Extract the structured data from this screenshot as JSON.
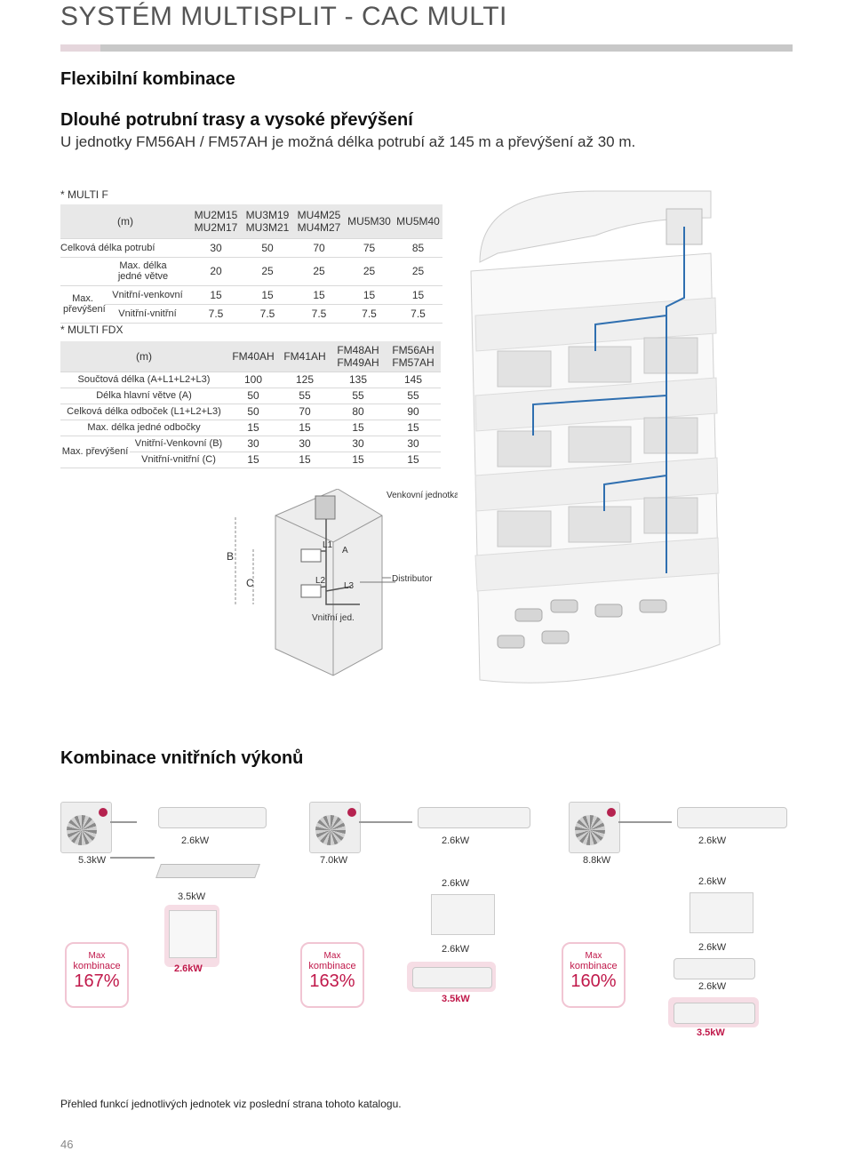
{
  "header": {
    "title": "SYSTÉM MULTISPLIT - CAC MULTI"
  },
  "section1": {
    "heading": "Flexibilní kombinace",
    "subheading": "Dlouhé potrubní trasy a vysoké převýšení",
    "intro": "U jednotky FM56AH / FM57AH je možná délka potrubí až 145 m a převýšení až 30 m."
  },
  "multi_f": {
    "label": "* MULTI F",
    "unit": "(m)",
    "columns": [
      "MU2M15\nMU2M17",
      "MU3M19\nMU3M21",
      "MU4M25\nMU4M27",
      "MU5M30",
      "MU5M40"
    ],
    "rows": [
      {
        "label": "Celková délka potrubí",
        "values": [
          "30",
          "50",
          "70",
          "75",
          "85"
        ]
      },
      {
        "label": "Max. délka jedné větve",
        "values": [
          "20",
          "25",
          "25",
          "25",
          "25"
        ]
      },
      {
        "label": "Vnitřní-venkovní",
        "values": [
          "15",
          "15",
          "15",
          "15",
          "15"
        ]
      },
      {
        "label": "Vnitřní-vnitřní",
        "values": [
          "7.5",
          "7.5",
          "7.5",
          "7.5",
          "7.5"
        ]
      }
    ],
    "group_label": "Max. převýšení"
  },
  "multi_fdx": {
    "label": "* MULTI FDX",
    "unit": "(m)",
    "columns": [
      "FM40AH",
      "FM41AH",
      "FM48AH\nFM49AH",
      "FM56AH\nFM57AH"
    ],
    "rows": [
      {
        "label": "Součtová délka (A+L1+L2+L3)",
        "values": [
          "100",
          "125",
          "135",
          "145"
        ]
      },
      {
        "label": "Délka hlavní větve (A)",
        "values": [
          "50",
          "55",
          "55",
          "55"
        ]
      },
      {
        "label": "Celková délka odboček (L1+L2+L3)",
        "values": [
          "50",
          "70",
          "80",
          "90"
        ]
      },
      {
        "label": "Max. délka jedné odbočky",
        "values": [
          "15",
          "15",
          "15",
          "15"
        ]
      },
      {
        "label": "Vnitřní-Venkovní (B)",
        "values": [
          "30",
          "30",
          "30",
          "30"
        ]
      },
      {
        "label": "Vnitřní-vnitřní (C)",
        "values": [
          "15",
          "15",
          "15",
          "15"
        ]
      }
    ],
    "group_label": "Max. převýšení"
  },
  "diagram": {
    "outdoor": "Venkovní jednotka",
    "B": "B",
    "C": "C",
    "A": "A",
    "L1": "L1",
    "L2": "L2",
    "L3": "L3",
    "distributor": "Distributor",
    "indoor": "Vnitřní jed."
  },
  "section2": {
    "heading": "Kombinace vnitřních výkonů"
  },
  "combos": [
    {
      "outdoor_kw": "5.3kW",
      "units": [
        {
          "kw": "2.6kW"
        },
        {
          "kw": "3.5kW"
        }
      ],
      "highlight_kw": "2.6kW",
      "max_label": "Max",
      "kombinace": "kombinace",
      "pct": "167%"
    },
    {
      "outdoor_kw": "7.0kW",
      "units": [
        {
          "kw": "2.6kW"
        },
        {
          "kw": "2.6kW"
        },
        {
          "kw": "2.6kW"
        }
      ],
      "highlight_kw": "3.5kW",
      "max_label": "Max",
      "kombinace": "kombinace",
      "pct": "163%"
    },
    {
      "outdoor_kw": "8.8kW",
      "units": [
        {
          "kw": "2.6kW"
        },
        {
          "kw": "2.6kW"
        },
        {
          "kw": "2.6kW"
        },
        {
          "kw": "2.6kW"
        }
      ],
      "highlight_kw": "3.5kW",
      "max_label": "Max",
      "kombinace": "kombinace",
      "pct": "160%"
    }
  ],
  "footer": {
    "note": "Přehled funkcí jednotlivých jednotek viz poslední strana tohoto katalogu.",
    "page": "46"
  },
  "colors": {
    "accent": "#c0184a",
    "highlight": "#f6dde5",
    "grey": "#e8e8e8"
  }
}
